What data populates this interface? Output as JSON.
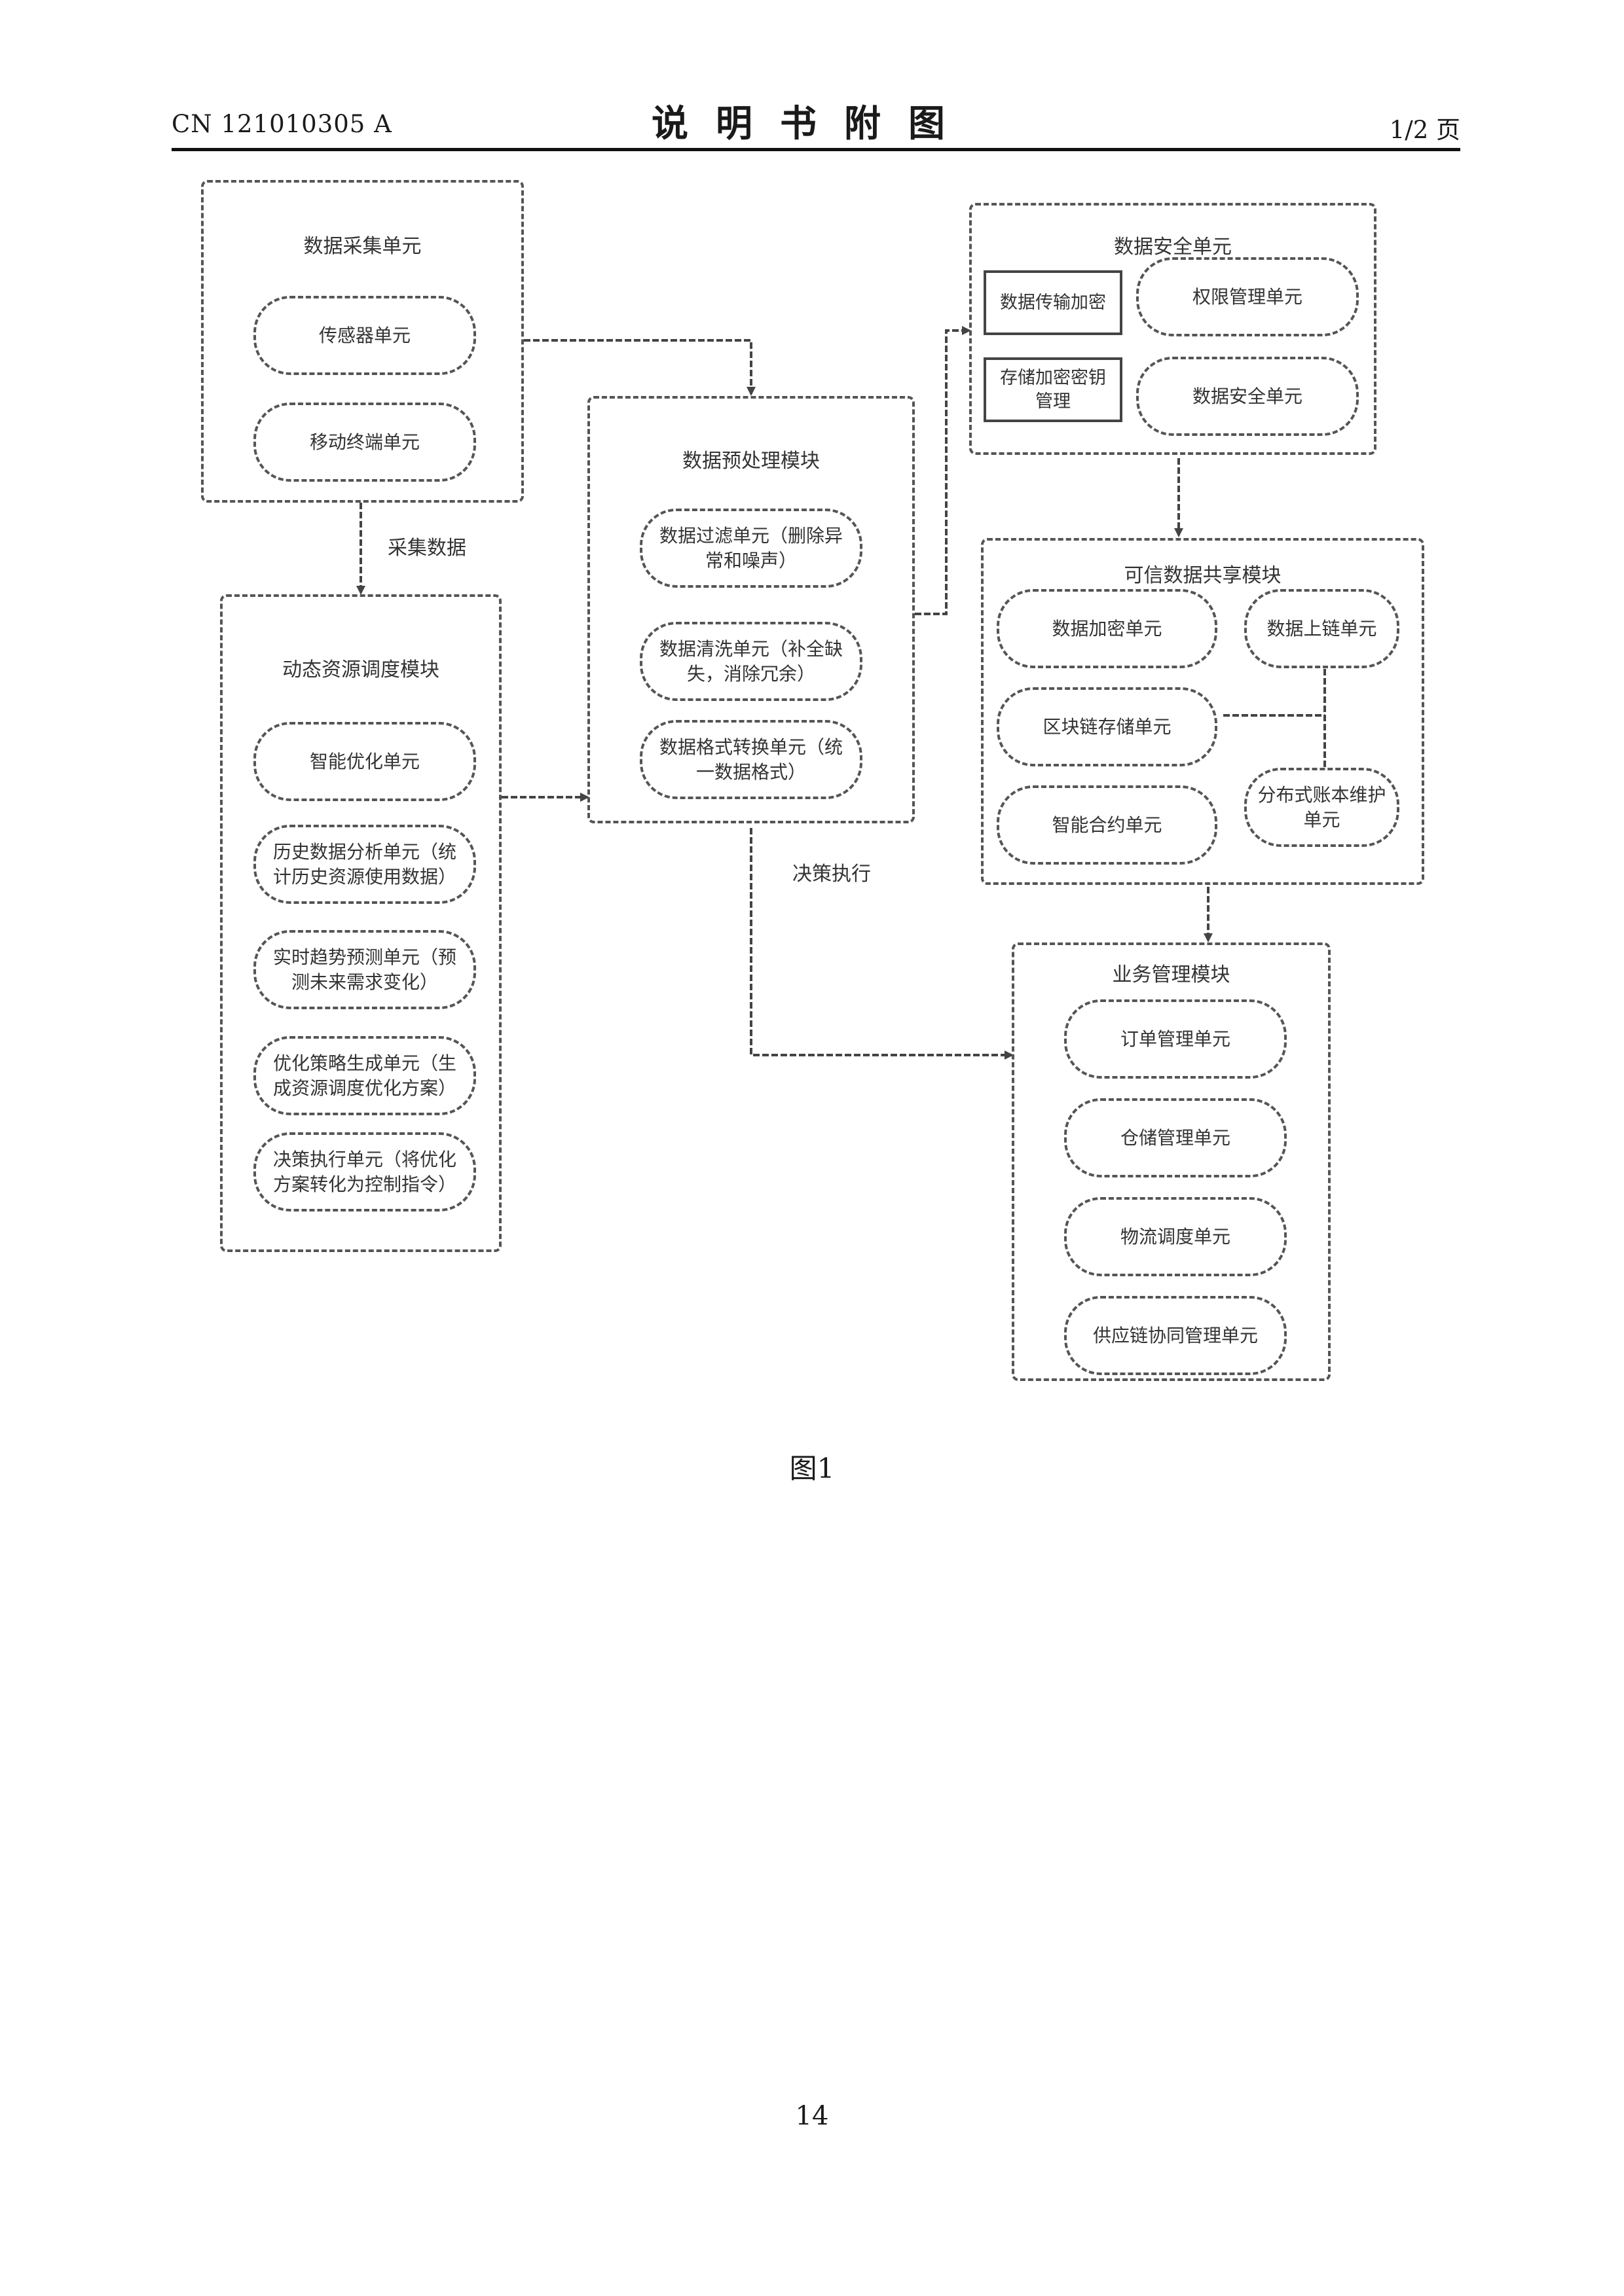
{
  "header": {
    "doc_number": "CN 121010305 A",
    "title": "说明书附图",
    "page_of": "1/2 页"
  },
  "diagram": {
    "data_collection": {
      "title": "数据采集单元",
      "units": [
        "传感器单元",
        "移动终端单元"
      ]
    },
    "dynamic_scheduling": {
      "title": "动态资源调度模块",
      "units": [
        "智能优化单元",
        "历史数据分析单元（统计历史资源使用数据）",
        "实时趋势预测单元（预测未来需求变化）",
        "优化策略生成单元（生成资源调度优化方案）",
        "决策执行单元（将优化方案转化为控制指令）"
      ]
    },
    "preprocessing": {
      "title": "数据预处理模块",
      "units": [
        "数据过滤单元（删除异常和噪声）",
        "数据清洗单元（补全缺失，消除冗余）",
        "数据格式转换单元（统一数据格式）"
      ]
    },
    "data_security": {
      "title": "数据安全单元",
      "rect_units": [
        "数据传输加密",
        "存储加密密钥管理"
      ],
      "units": [
        "权限管理单元",
        "数据安全单元"
      ]
    },
    "trusted_sharing": {
      "title": "可信数据共享模块",
      "units": [
        "数据加密单元",
        "数据上链单元",
        "区块链存储单元",
        "分布式账本维护单元",
        "智能合约单元"
      ]
    },
    "business": {
      "title": "业务管理模块",
      "units": [
        "订单管理单元",
        "仓储管理单元",
        "物流调度单元",
        "供应链协同管理单元"
      ]
    },
    "edge_labels": {
      "collect": "采集数据",
      "execute": "决策执行"
    }
  },
  "figure_caption": "图1",
  "page_number": "14"
}
